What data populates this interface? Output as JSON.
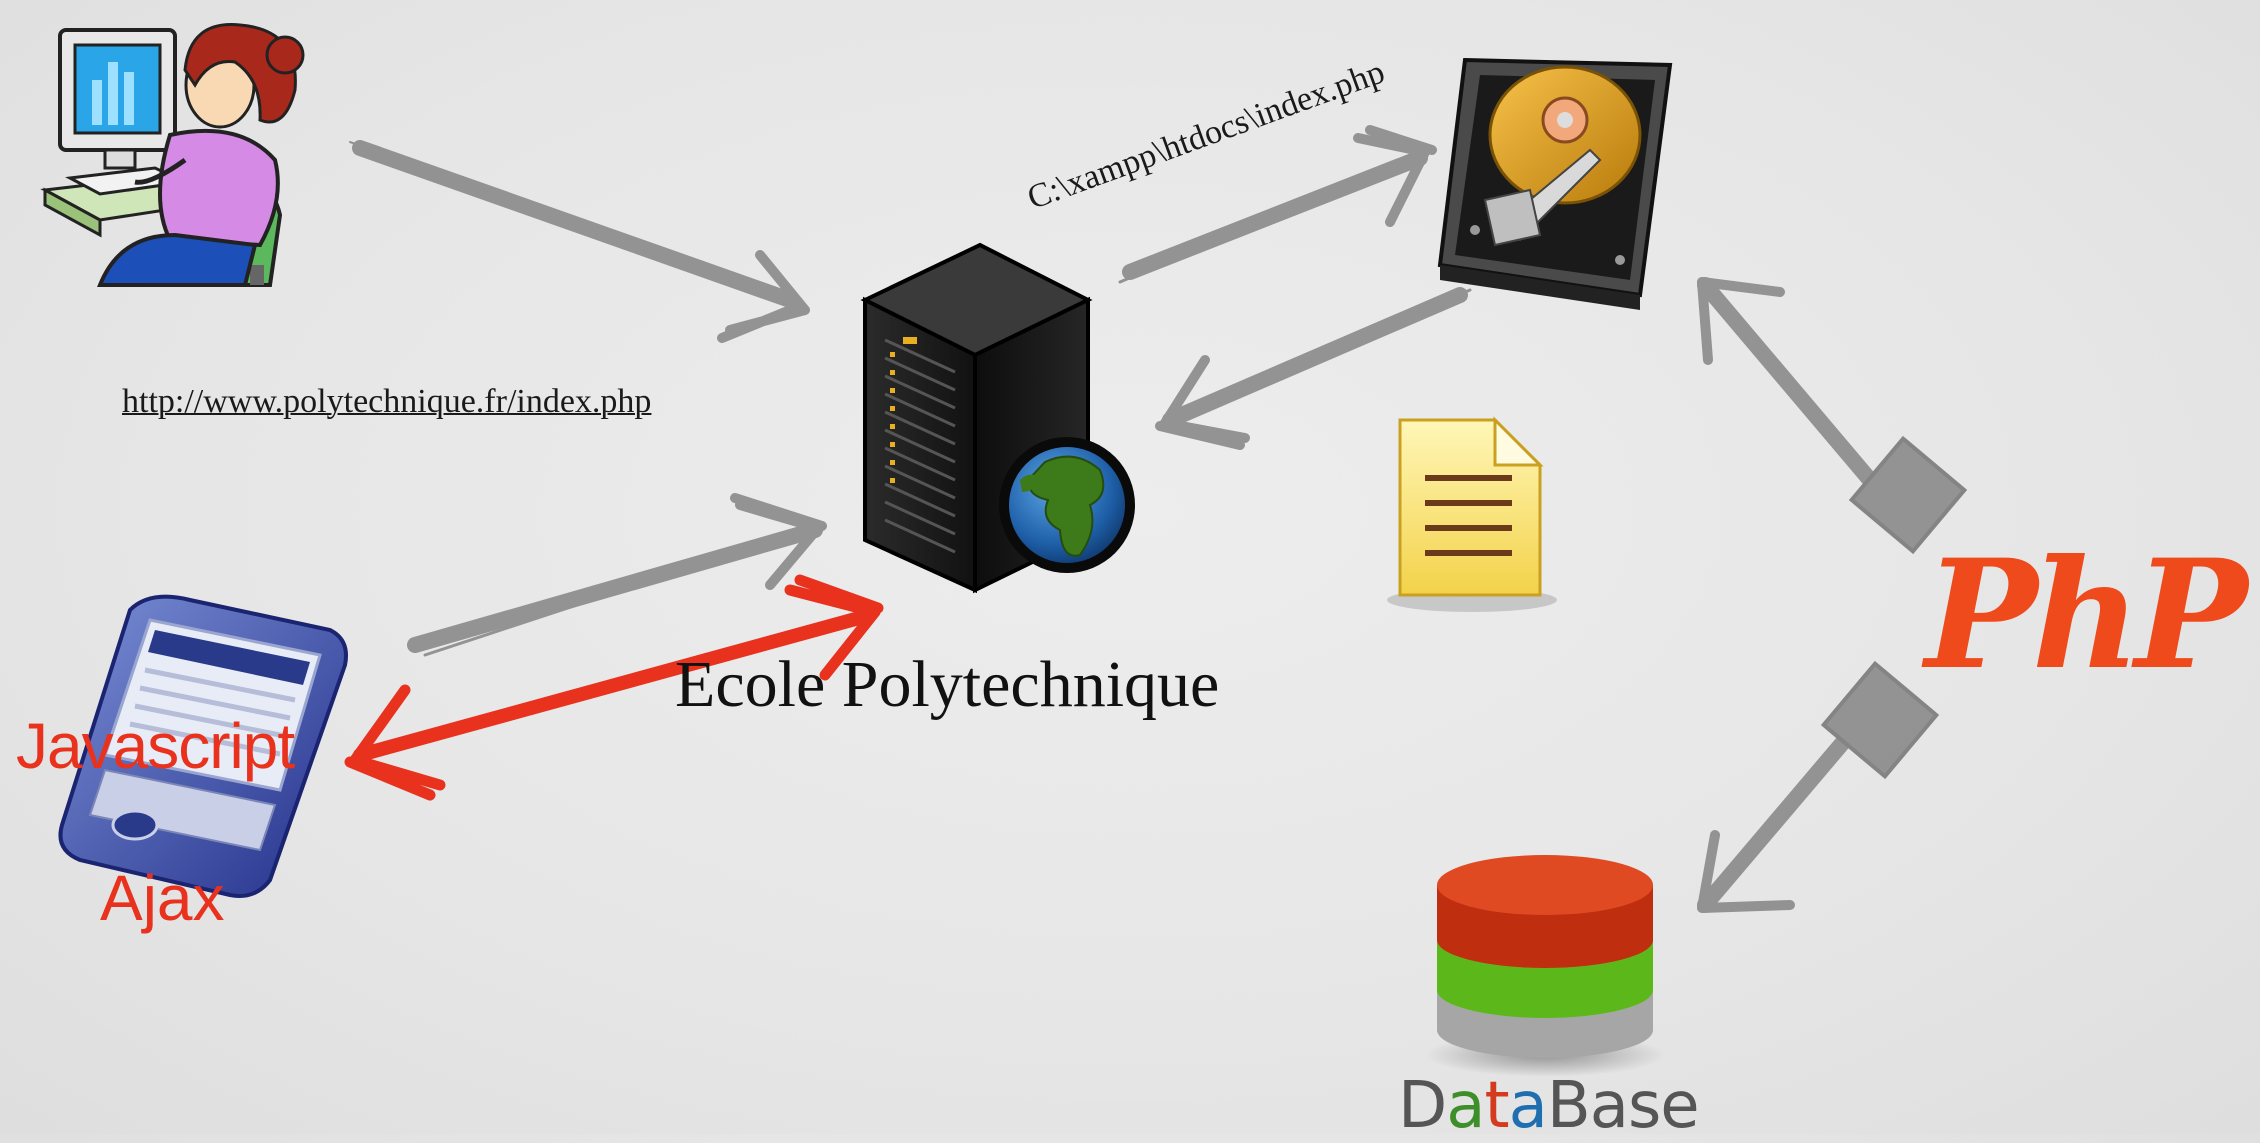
{
  "labels": {
    "url": "http://www.polytechnique.fr/index.php",
    "path": "C:\\xampp\\htdocs\\index.php",
    "server": "Ecole Polytechnique",
    "javascript": "Javascript",
    "ajax": "Ajax",
    "php": "PhP",
    "database": {
      "parts": [
        "D",
        "a",
        "t",
        "a",
        "Base"
      ],
      "colors": [
        "#555555",
        "#3e8e2a",
        "#d43a1e",
        "#1f6fb0",
        "#555555"
      ]
    }
  },
  "colors": {
    "sketch_arrow": "#8a8a8a",
    "ajax_arrow": "#e8321e",
    "php_text": "#ee4a1c",
    "db_top": "#c43214",
    "db_middle": "#6cc61e",
    "db_bottom": "#9a9a9a"
  },
  "icons": {
    "user": "computer-user-icon",
    "server": "server-rack-icon",
    "globe": "globe-icon",
    "disk": "hard-drive-icon",
    "document": "document-icon",
    "phone": "mobile-phone-icon",
    "database": "database-icon"
  }
}
